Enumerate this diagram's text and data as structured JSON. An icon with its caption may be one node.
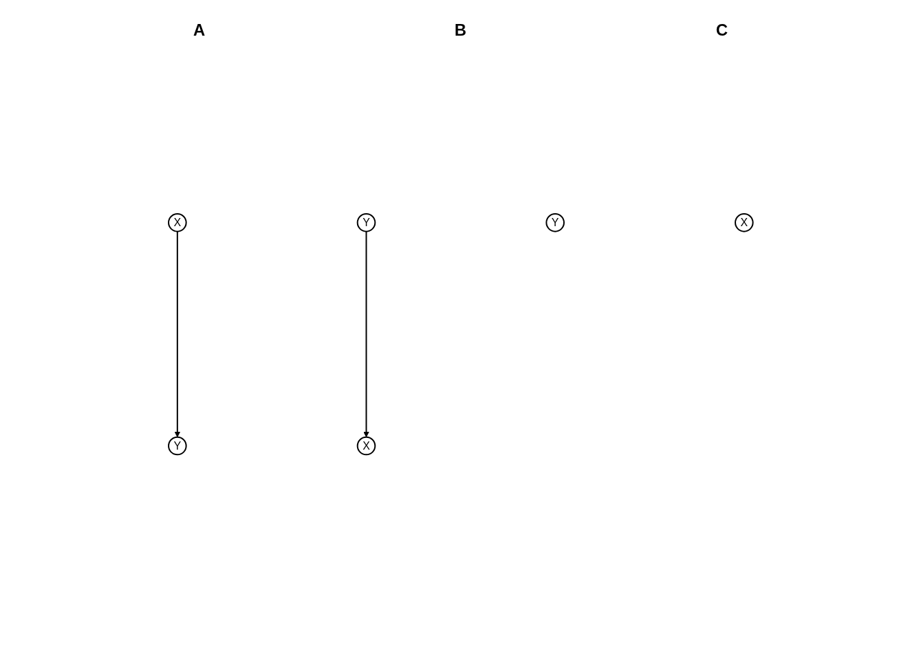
{
  "diagram": {
    "nodes": [
      {
        "text": [
          "Y"
        ]
      },
      {
        "text": [
          "X"
        ]
      },
      {
        "text": [
          "Y"
        ]
      },
      {
        "text": [
          "X"
        ]
      },
      {
        "text": [
          "Y"
        ]
      },
      {
        "text": [
          "X"
        ]
      }
    ],
    "edges": [
      {
        "from": 1,
        "to": 0,
        "arrow": "to"
      },
      {
        "from": 2,
        "to": 3,
        "arrow": "to"
      }
    ],
    "labels": [
      "A",
      "B",
      "C"
    ]
  }
}
